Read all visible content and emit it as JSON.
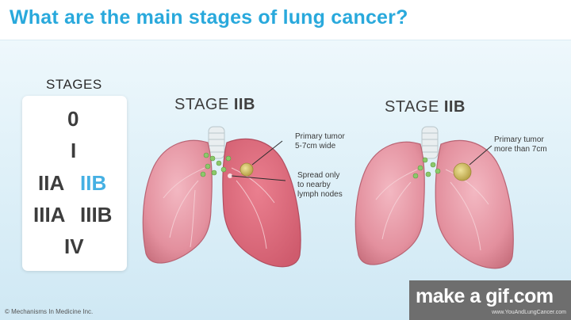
{
  "header": {
    "title": "What are the main stages of lung cancer?"
  },
  "stages_panel": {
    "heading": "STAGES",
    "rows": {
      "row0": "0",
      "row1": "I",
      "row2a": "IIA",
      "row2b": "IIB",
      "row3a": "IIIA",
      "row3b": "IIIB",
      "row4": "IV"
    },
    "active_stage": "IIB",
    "active_color": "#45b0e3"
  },
  "lung_left": {
    "title_prefix": "STAGE ",
    "title_stage": "IIB",
    "callout_tumor": "Primary tumor\n5-7cm wide",
    "callout_spread": "Spread only\nto nearby\nlymph nodes"
  },
  "lung_right": {
    "title_prefix": "STAGE ",
    "title_stage": "IIB",
    "callout_tumor": "Primary tumor\nmore than 7cm"
  },
  "footer": {
    "copyright": "© Mechanisms In Medicine Inc."
  },
  "watermark": {
    "logo": "make a gif.com",
    "url": "www.YouAndLungCancer.com"
  },
  "colors": {
    "title": "#29a9dc",
    "lung": "#e79aa6",
    "lung_highlight": "#d96c7e",
    "tumor": "#d8c46a",
    "node": "#7fbf5a"
  }
}
